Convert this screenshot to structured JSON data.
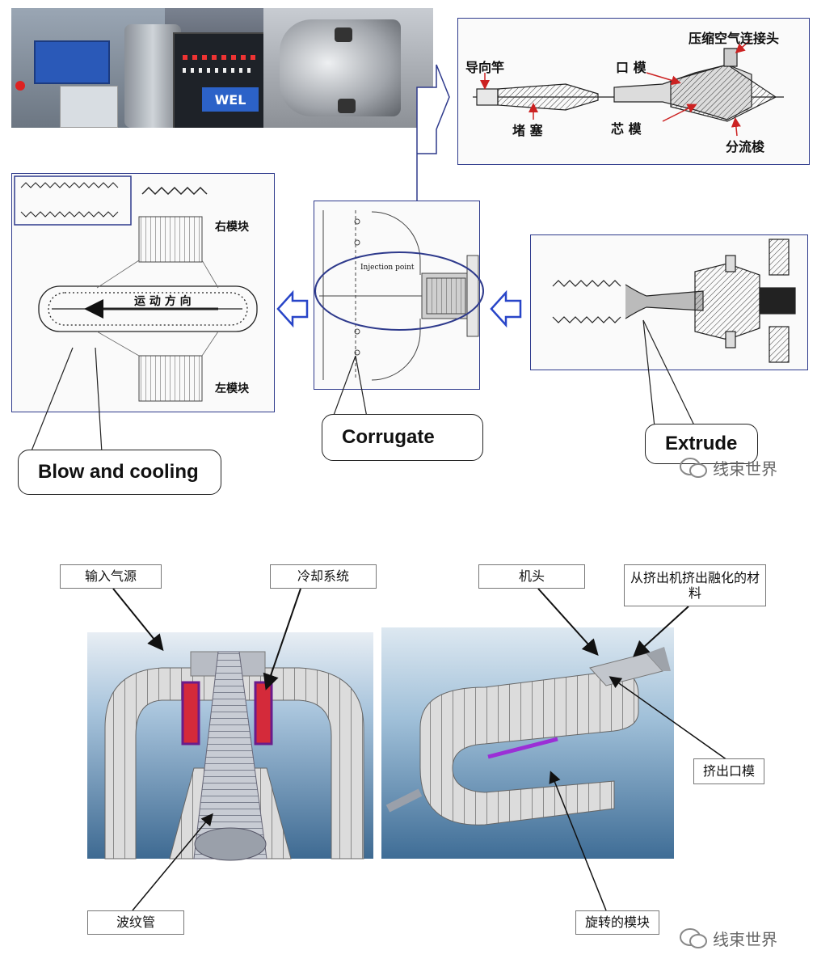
{
  "top": {
    "photo_panel": {
      "machine_text": "WEL"
    },
    "die_detail": {
      "labels": {
        "guide_rod": "导向竿",
        "die": "口 模",
        "compressed_air": "压缩空气连接头",
        "plug": "堵 塞",
        "mandrel": "芯 模",
        "spreader": "分流梭"
      }
    },
    "molding_panel": {
      "right_block": "右模块",
      "left_block": "左模块",
      "direction": "运 动 方 向"
    },
    "corrugator_panel": {
      "injection_point": "Injection point"
    },
    "callouts": {
      "blow_cooling": "Blow and cooling",
      "corrugate": "Corrugate",
      "extrude": "Extrude"
    },
    "watermark": "线束世界"
  },
  "bottom": {
    "left_labels": {
      "air_source": "输入气源",
      "cooling_system": "冷却系统",
      "corrugated_pipe": "波纹管"
    },
    "right_labels": {
      "head": "机头",
      "molten_material": "从挤出机挤出融化的材料",
      "extrusion_die": "挤出口模",
      "rotating_blocks": "旋转的模块"
    },
    "watermark": "线束世界"
  },
  "colors": {
    "panel_border": "#2e3a8c",
    "arrow_blue": "#2845c8",
    "heater_red": "#d42a3a",
    "render_bg": "#a8c4dc"
  }
}
